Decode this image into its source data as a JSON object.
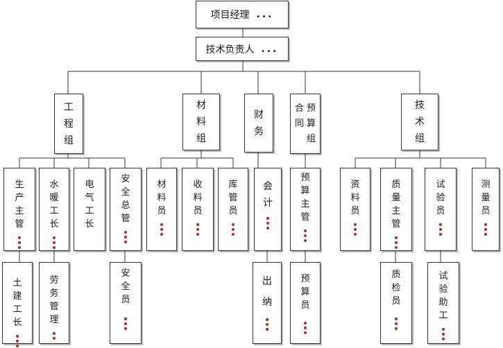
{
  "colors": {
    "dot": "#b3262d",
    "border": "#333333"
  },
  "nodes": {
    "manager": {
      "label": "项目经理",
      "dots": "..."
    },
    "tech_lead": {
      "label": "技术负责人",
      "dots": "..."
    },
    "engineering": {
      "label": "工程组"
    },
    "materials": {
      "label": "材料组"
    },
    "finance": {
      "label": "财务"
    },
    "budget_group": {
      "col1": "合同",
      "col2": "预算组"
    },
    "technical": {
      "label": "技术组"
    },
    "production": {
      "label": "生产主管",
      "dot_count": 3
    },
    "plumbing": {
      "label": "水暖工长",
      "dot_count": 3
    },
    "electrical": {
      "label": "电气工长"
    },
    "safety_chief": {
      "label": "安全总管",
      "dot_count": 3
    },
    "material_clerk": {
      "label": "材料员",
      "dot_count": 3
    },
    "receiver": {
      "label": "收料员",
      "dot_count": 3
    },
    "storekeeper": {
      "label": "库管员",
      "dot_count": 3
    },
    "accountant": {
      "label": "会计",
      "dot_count": 3
    },
    "budget_chief": {
      "label": "预算主管",
      "dot_count": 3
    },
    "archivist": {
      "label": "资料员",
      "dot_count": 3
    },
    "quality_chief": {
      "label": "质量主管",
      "dot_count": 3
    },
    "tester": {
      "label": "试验员",
      "dot_count": 3
    },
    "surveyor": {
      "label": "测量员",
      "dot_count": 3
    },
    "civil_foreman": {
      "label": "土建工长",
      "dot_count": 3
    },
    "labor_mgmt": {
      "label": "劳务管理",
      "dot_count": 2
    },
    "safety_officer": {
      "label": "安全员",
      "dot_count": 3
    },
    "cashier": {
      "label": "出纳",
      "dot_count": 3
    },
    "budgeter": {
      "label": "预算员",
      "dot_count": 3
    },
    "inspector": {
      "label": "质检员",
      "dot_count": 3
    },
    "test_assistant": {
      "label": "试验助工",
      "dot_count": 3
    }
  }
}
